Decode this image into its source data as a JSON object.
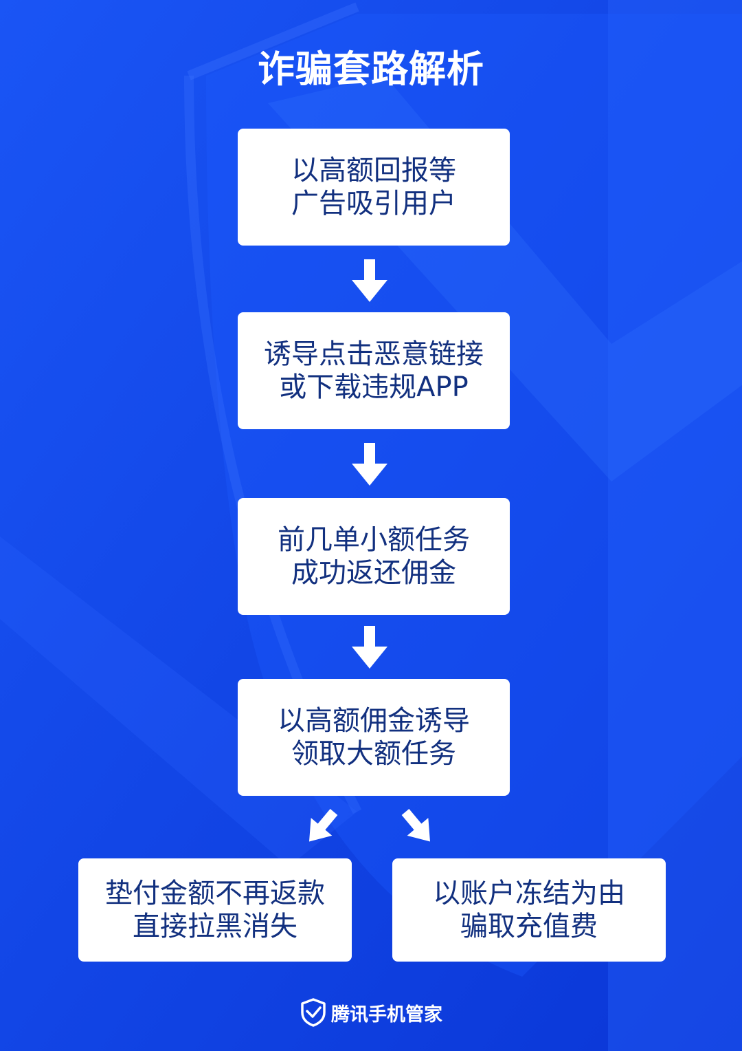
{
  "title": "诈骗套路解析",
  "steps": [
    {
      "line1": "以高额回报等",
      "line2": "广告吸引用户"
    },
    {
      "line1": "诱导点击恶意链接",
      "line2": "或下载违规APP"
    },
    {
      "line1": "前几单小额任务",
      "line2": "成功返还佣金"
    },
    {
      "line1": "以高额佣金诱导",
      "line2": "领取大额任务"
    }
  ],
  "outcomes": [
    {
      "line1": "垫付金额不再返款",
      "line2": "直接拉黑消失"
    },
    {
      "line1": "以账户冻结为由",
      "line2": "骗取充值费"
    }
  ],
  "footer": {
    "brand": "腾讯手机管家",
    "icon": "shield-check-icon"
  },
  "colors": {
    "background": "#0f45ee",
    "box": "#ffffff",
    "box_text": "#12307f",
    "arrow": "#ffffff"
  }
}
